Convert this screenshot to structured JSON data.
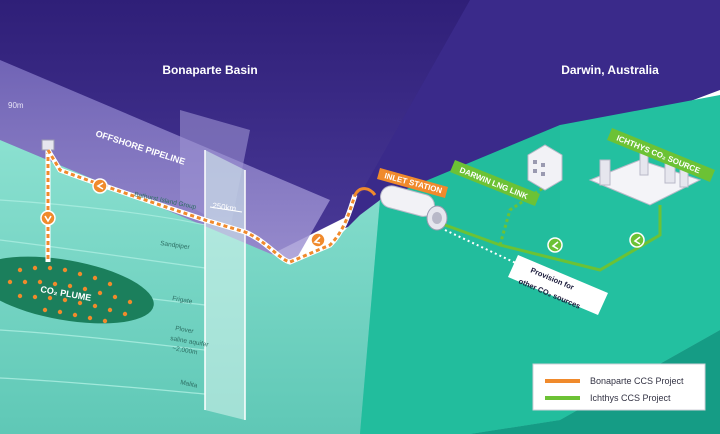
{
  "labels": {
    "basin": "Bonaparte Basin",
    "city": "Darwin, Australia",
    "depth": "90m",
    "offshore_pipeline": "OFFSHORE PIPELINE",
    "distance": "250km",
    "inlet_station": "INLET STATION",
    "darwin_lng_link": "DARWIN LNG LINK",
    "ichthys_source": "ICHTHYS CO₂ SOURCE",
    "provision_line1": "Provision for",
    "provision_line2": "other CO₂ sources",
    "co2_plume": "CO₂ PLUME"
  },
  "strata": [
    {
      "name": "Bathurst Island Group"
    },
    {
      "name": "Sandpiper"
    },
    {
      "name": "Frigate"
    },
    {
      "name": "Plover",
      "line2": "saline aquifer",
      "line3": "~2,000m"
    },
    {
      "name": "Malita"
    }
  ],
  "legend": {
    "items": [
      {
        "label": "Bonaparte CCS Project",
        "color": "#f08a2c"
      },
      {
        "label": "Ichthys CCS Project",
        "color": "#6cc235"
      }
    ]
  },
  "colors": {
    "sea": "#3b2a85",
    "sea_light": "#6a5bb0",
    "seabed": "#7fd9c8",
    "land_top": "#1fb89a",
    "land_side": "#13907a",
    "orange": "#f08a2c",
    "green": "#6cc235"
  }
}
